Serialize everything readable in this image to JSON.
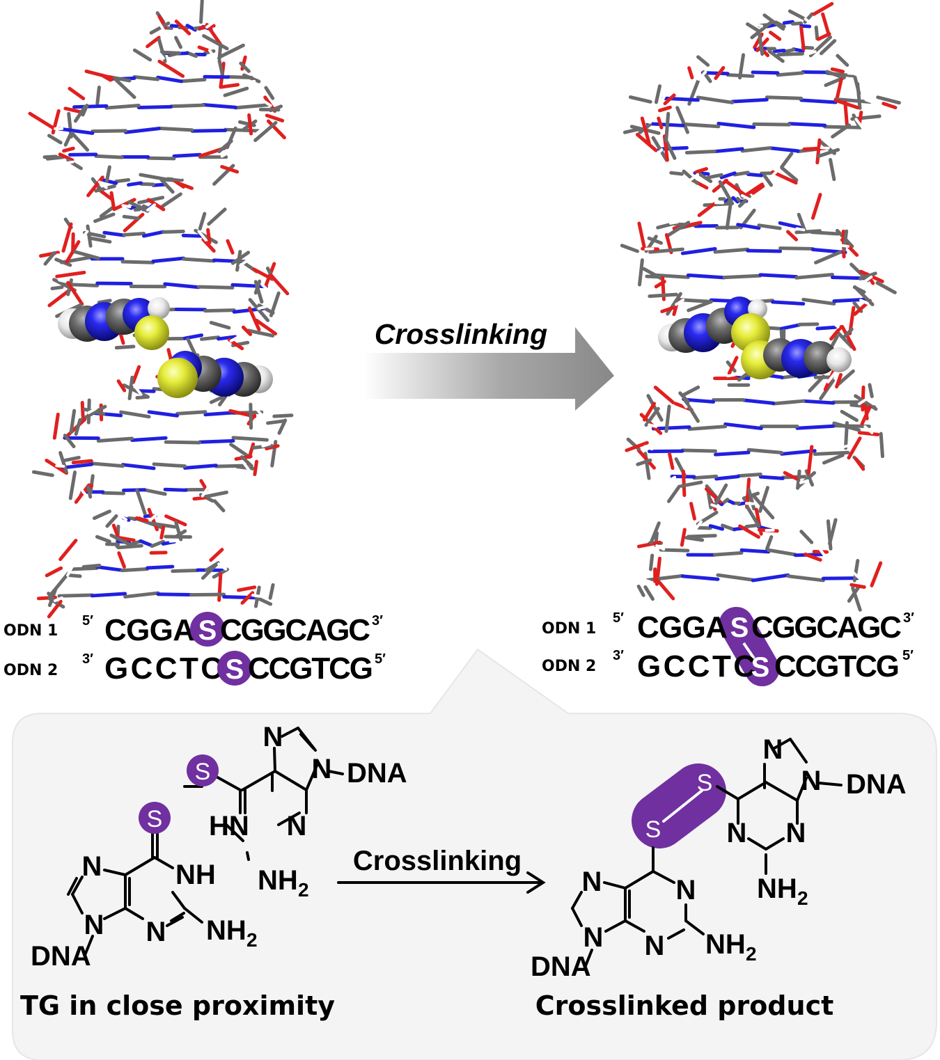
{
  "top_arrow_label": "Crosslinking",
  "left_sequences": {
    "odn1": {
      "label": "ODN 1",
      "prime_start": "5′",
      "before": "CGGA",
      "mod": "S",
      "after": "CGGCAGC",
      "prime_end": "3′"
    },
    "odn2": {
      "label": "ODN 2",
      "prime_start": "3′",
      "before": "GCCTC",
      "mod": "S",
      "after": "CCGTCG",
      "prime_end": "5′"
    }
  },
  "right_sequences": {
    "odn1": {
      "label": "ODN 1",
      "prime_start": "5′",
      "before": "CGGA",
      "mod": "S",
      "after": "CGGCAGC",
      "prime_end": "3′"
    },
    "odn2": {
      "label": "ODN 2",
      "prime_start": "3′",
      "before": "GCCTC",
      "mod": "S",
      "after": "CCGTCG",
      "prime_end": "5′"
    }
  },
  "bottom_arrow_label": "Crosslinking",
  "left_caption": "TG in close proximity",
  "right_caption": "Crosslinked product",
  "atoms": {
    "N": "N",
    "S": "S",
    "HN": "HN",
    "NH": "NH",
    "NH2": "NH",
    "sub2": "2",
    "DNA": "DNA"
  },
  "colors": {
    "sulfur_badge": "#7030a0",
    "backbone_red": "#e0201f",
    "carbon_grey": "#6b6b6b",
    "nitrogen_blue": "#2020e0",
    "sulfur_yellow": "#e6ec3a",
    "panel_bg": "#f4f4f4"
  }
}
